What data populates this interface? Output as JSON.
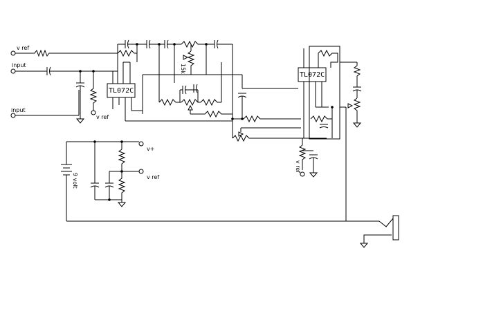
{
  "labels": {
    "vref_top": "v ref",
    "input_1": "input",
    "input_2": "input",
    "opamp_1": "TL072C",
    "opamp_2": "TL072C",
    "vref_1": "v ref",
    "vref_2": "v ref",
    "vplus": "v+",
    "vref_supply": "v ref",
    "battery": "9 volt",
    "pot_15k": "15k"
  }
}
